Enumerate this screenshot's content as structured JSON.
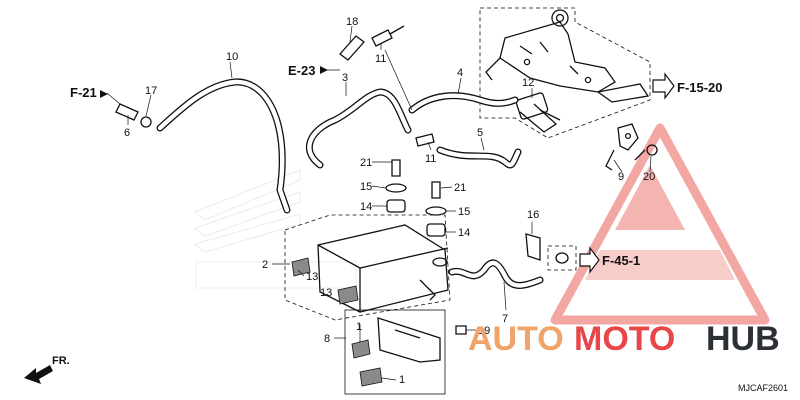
{
  "brand": {
    "word_1": "AUTO",
    "word_2": "MOTO",
    "word_3": "HUB",
    "color_dark": "#2b2f36",
    "color_accent": "#e8474a",
    "color_secondary": "#f0a46a"
  },
  "callouts": {
    "c1a": "1",
    "c1b": "1",
    "c2": "2",
    "c3": "3",
    "c4": "4",
    "c5": "5",
    "c6": "6",
    "c7": "7",
    "c8": "8",
    "c9": "9",
    "c10": "10",
    "c11a": "11",
    "c11b": "11",
    "c12": "12",
    "c13a": "13",
    "c13b": "13",
    "c14a": "14",
    "c14b": "14",
    "c15a": "15",
    "c15b": "15",
    "c16": "16",
    "c17": "17",
    "c18": "18",
    "c19": "19",
    "c20": "20",
    "c21a": "21",
    "c21b": "21"
  },
  "references": {
    "f21": "F-21",
    "e23": "E-23",
    "f1520": "F-15-20",
    "f451": "F-45-1"
  },
  "direction_label": "FR.",
  "diagram_code": "MJCAF2601"
}
